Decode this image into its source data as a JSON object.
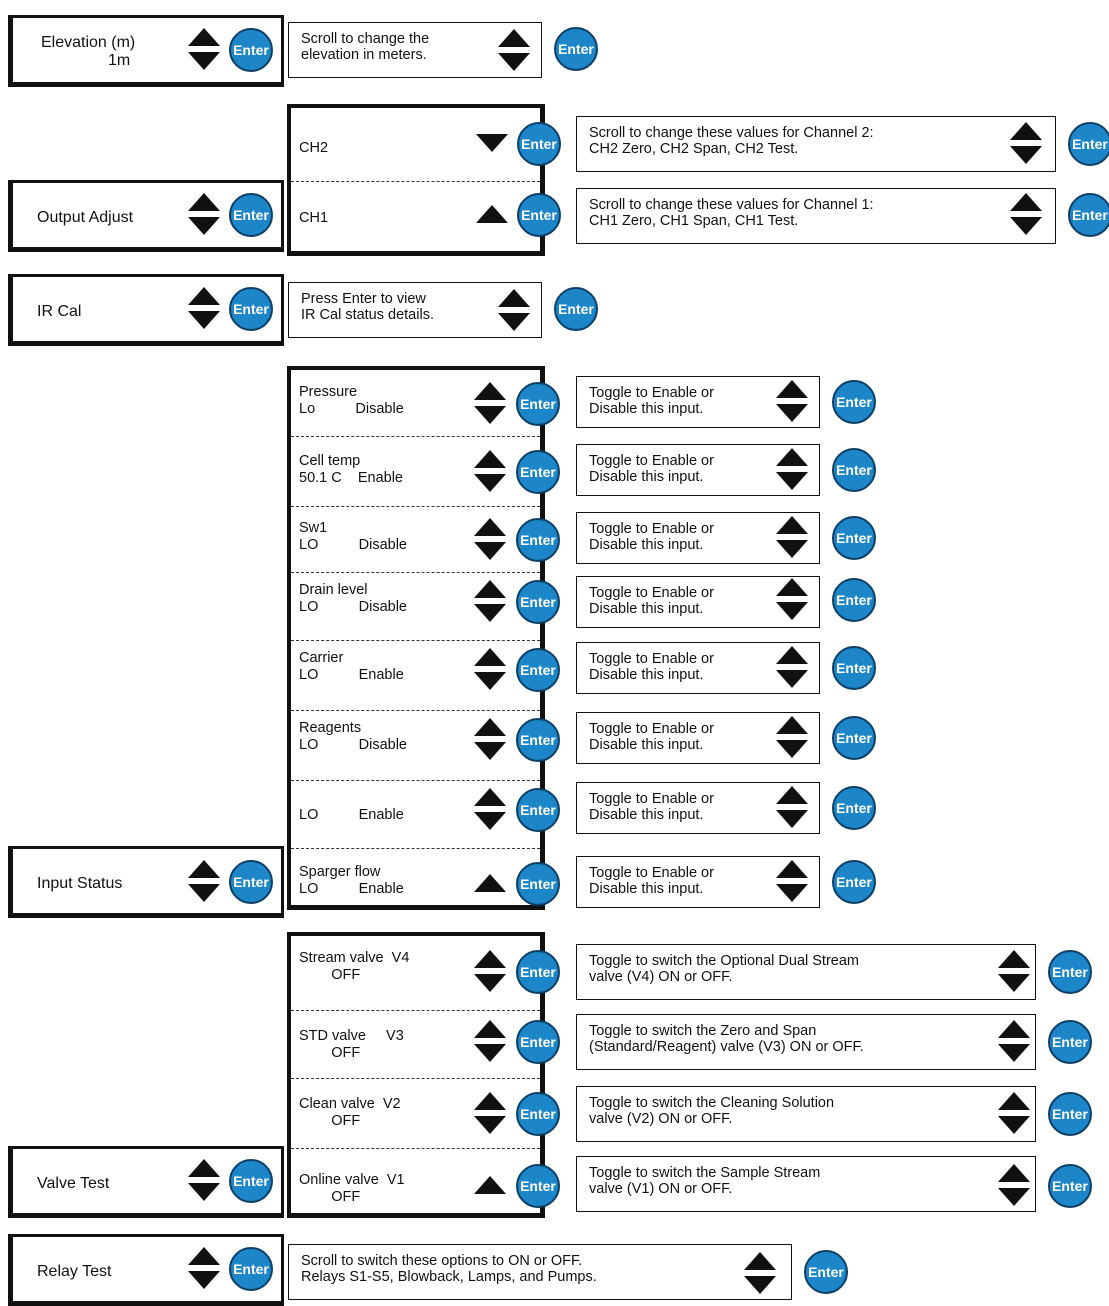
{
  "colors": {
    "enter_fill": "#1c86c8",
    "outline": "#111111"
  },
  "icons": {
    "enter": "enter-button",
    "updown": "up-down-arrows",
    "up": "up-arrow",
    "down": "down-arrow"
  },
  "enter_label": "Enter",
  "menus": {
    "elevation": {
      "label": "Elevation (m)",
      "value": "1m",
      "desc": "Scroll to change the\nelevation in meters."
    },
    "output_adjust": {
      "label": "Output  Adjust",
      "ch2": {
        "label": "CH2",
        "desc": "Scroll to change these values for Channel 2:\nCH2 Zero, CH2 Span, CH2 Test."
      },
      "ch1": {
        "label": "CH1",
        "desc": "Scroll to change these values for Channel 1:\nCH1 Zero, CH1 Span, CH1 Test."
      }
    },
    "ir_cal": {
      "label": "IR Cal",
      "desc": "Press Enter to view\nIR Cal status details."
    },
    "input_status": {
      "label": "Input Status",
      "rows": [
        {
          "text": "Pressure\nLo          Disable",
          "desc": "Toggle to Enable or\nDisable this input."
        },
        {
          "text": "Cell temp\n50.1 C    Enable",
          "desc": "Toggle to Enable or\nDisable this input."
        },
        {
          "text": "Sw1\nLO          Disable",
          "desc": "Toggle to Enable or\nDisable this input."
        },
        {
          "text": "Drain level\nLO          Disable",
          "desc": "Toggle to Enable or\nDisable this input."
        },
        {
          "text": "Carrier\nLO          Enable",
          "desc": "Toggle to Enable or\nDisable this input."
        },
        {
          "text": "Reagents\nLO          Disable",
          "desc": "Toggle to Enable or\nDisable this input."
        },
        {
          "text": "\nLO          Enable",
          "desc": "Toggle to Enable or\nDisable this input."
        },
        {
          "text": "Sparger flow\nLO          Enable",
          "desc": "Toggle to Enable or\nDisable this input."
        }
      ]
    },
    "valve_test": {
      "label": "Valve Test",
      "rows": [
        {
          "text": "Stream valve  V4\n        OFF",
          "desc": "Toggle to switch the Optional Dual Stream\nvalve (V4) ON or OFF."
        },
        {
          "text": "STD valve     V3\n        OFF",
          "desc": "Toggle to switch the Zero and Span\n(Standard/Reagent) valve (V3) ON or OFF."
        },
        {
          "text": "Clean valve  V2\n        OFF",
          "desc": "Toggle to switch the Cleaning Solution\nvalve (V2) ON or OFF."
        },
        {
          "text": "Online valve  V1\n        OFF",
          "desc": "Toggle to switch the Sample Stream\nvalve (V1) ON or OFF."
        }
      ]
    },
    "relay_test": {
      "label": "Relay Test",
      "desc": "Scroll to switch these options to ON or OFF.\nRelays S1-S5, Blowback, Lamps, and Pumps."
    }
  }
}
